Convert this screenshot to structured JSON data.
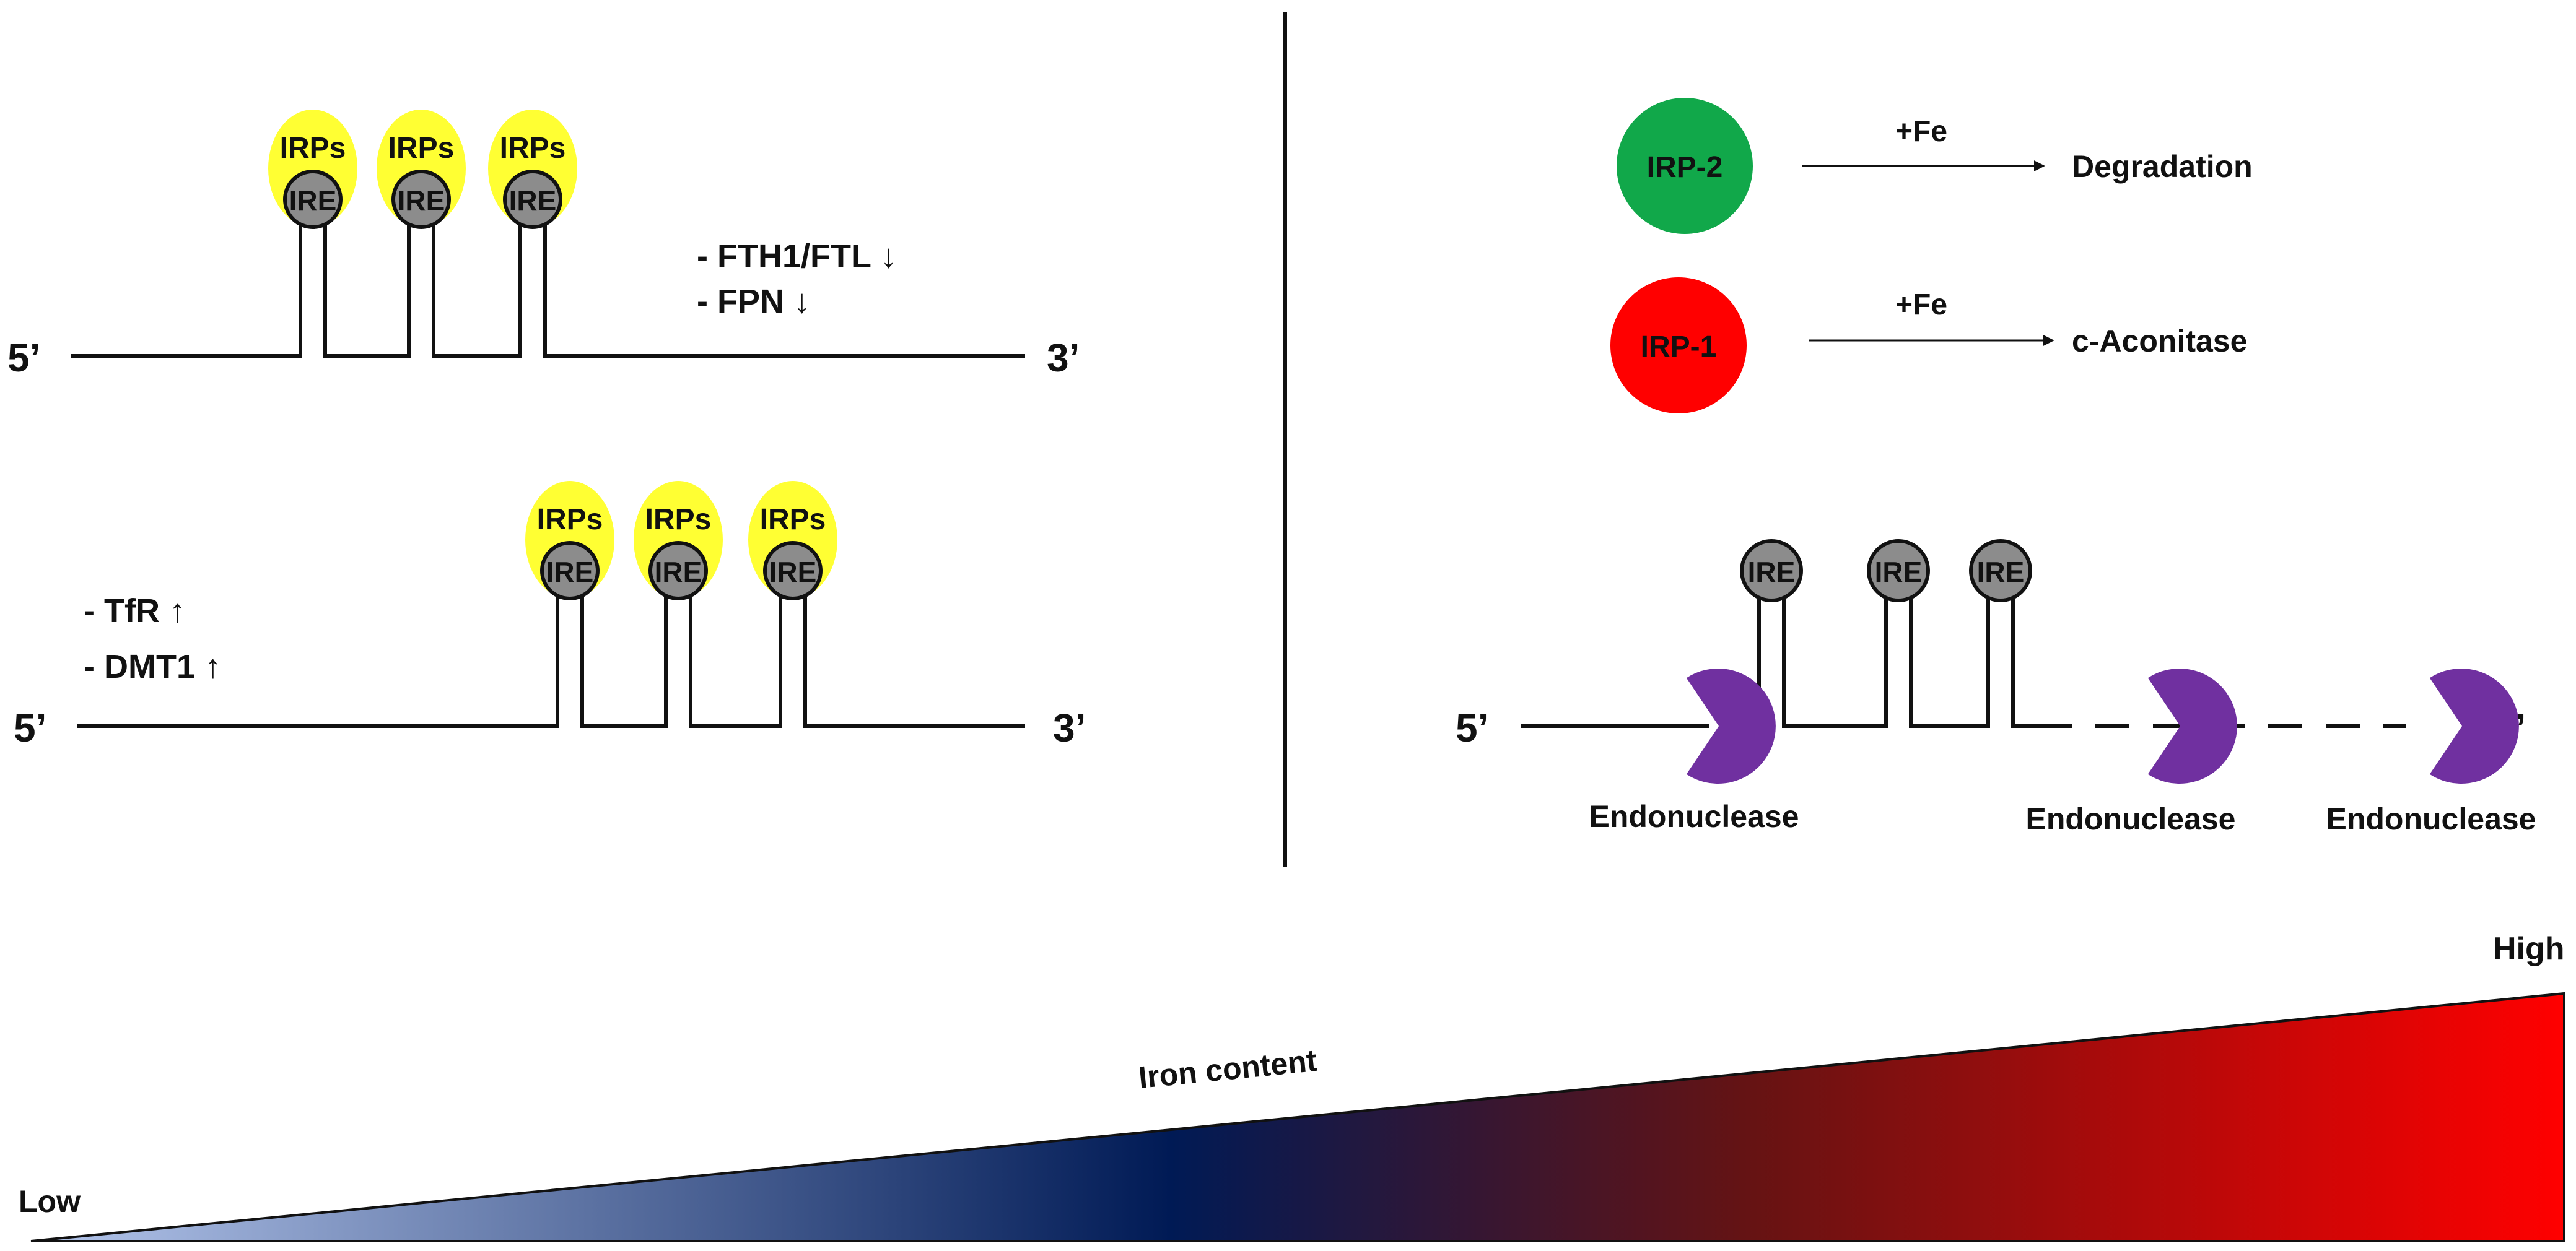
{
  "colors": {
    "line": "#111111",
    "irp_halo": "#ffff33",
    "ire_circle": "#8c8c8c",
    "irp2": "#11a84a",
    "irp1": "#ff0000",
    "endonuclease": "#7030a0",
    "gradient_light": "#b4c6ec",
    "gradient_navy": "#001a55",
    "gradient_maroon": "#661313",
    "gradient_red": "#ff0000"
  },
  "labels": {
    "five_prime": "5’",
    "three_prime": "3’",
    "irps": "IRPs",
    "ire": "IRE",
    "endonuclease": "Endonuclease"
  },
  "top_left": {
    "effects": [
      "- FTH1/FTL ↓",
      "- FPN ↓"
    ]
  },
  "bottom_left": {
    "effects": [
      "- TfR ↑",
      "- DMT1 ↑"
    ]
  },
  "right_top": {
    "rows": [
      {
        "protein": "IRP-2",
        "condition": "+Fe",
        "result": "Degradation",
        "color_key": "irp2"
      },
      {
        "protein": "IRP-1",
        "condition": "+Fe",
        "result": "c-Aconitase",
        "color_key": "irp1"
      }
    ]
  },
  "gradient": {
    "low_label": "Low",
    "high_label": "High",
    "title": "Iron content"
  }
}
